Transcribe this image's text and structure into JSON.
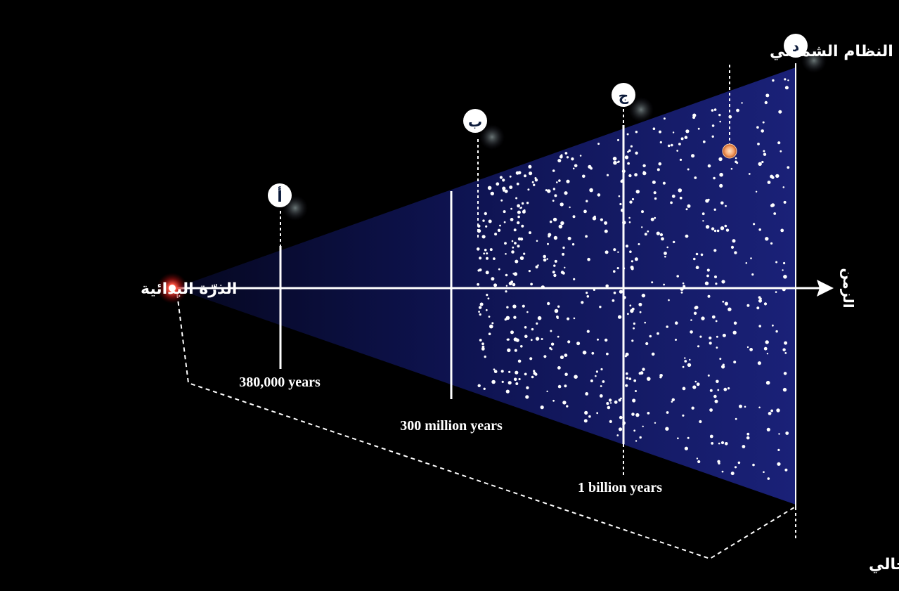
{
  "labels": {
    "origin": "الذرّة البدائية",
    "time_axis": "الزمن",
    "present": "الوقت الحالي",
    "solar_system": "النظام الشمسي"
  },
  "markers": [
    {
      "letter": "أ",
      "time_label": "380,000 years"
    },
    {
      "letter": "",
      "time_label": "300 million years"
    },
    {
      "letter": "ب",
      "time_label": ""
    },
    {
      "letter": "ج",
      "time_label": "1 billion years"
    },
    {
      "letter": "د",
      "time_label": ""
    }
  ],
  "colors": {
    "background": "#000000",
    "cone": "#141a66",
    "origin_glow": "#ff3322",
    "solar_system": "#f6a36a",
    "lines": "#ffffff"
  }
}
